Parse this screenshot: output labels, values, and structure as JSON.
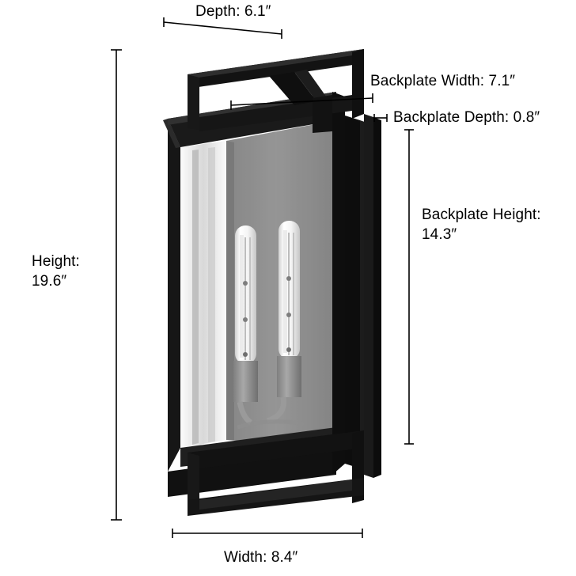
{
  "diagram": {
    "type": "product-dimension-diagram",
    "subject": "outdoor wall sconce lantern",
    "background_color": "#ffffff",
    "line_color": "#000000",
    "frame_color": "#141414",
    "backplate_color": "#8a8a8a",
    "glass_color": "#f2f2f2"
  },
  "labels": {
    "depth": "Depth: 6.1″",
    "backplate_width": "Backplate Width: 7.1″",
    "backplate_depth": "Backplate Depth: 0.8″",
    "backplate_height": "Backplate Height:\n14.3″",
    "height": "Height:\n19.6″",
    "width": "Width: 8.4″"
  },
  "measurements": [
    {
      "name": "depth",
      "value": 6.1,
      "unit": "in",
      "orientation": "diagonal-top"
    },
    {
      "name": "backplate_width",
      "value": 7.1,
      "unit": "in",
      "orientation": "horizontal"
    },
    {
      "name": "backplate_depth",
      "value": 0.8,
      "unit": "in",
      "orientation": "horizontal-short"
    },
    {
      "name": "backplate_height",
      "value": 14.3,
      "unit": "in",
      "orientation": "vertical-right"
    },
    {
      "name": "height",
      "value": 19.6,
      "unit": "in",
      "orientation": "vertical-left"
    },
    {
      "name": "width",
      "value": 8.4,
      "unit": "in",
      "orientation": "horizontal-bottom"
    }
  ],
  "product": {
    "bulb_count": 2,
    "bulb_style": "tubular-edison",
    "socket_color": "#9a9a9a"
  }
}
